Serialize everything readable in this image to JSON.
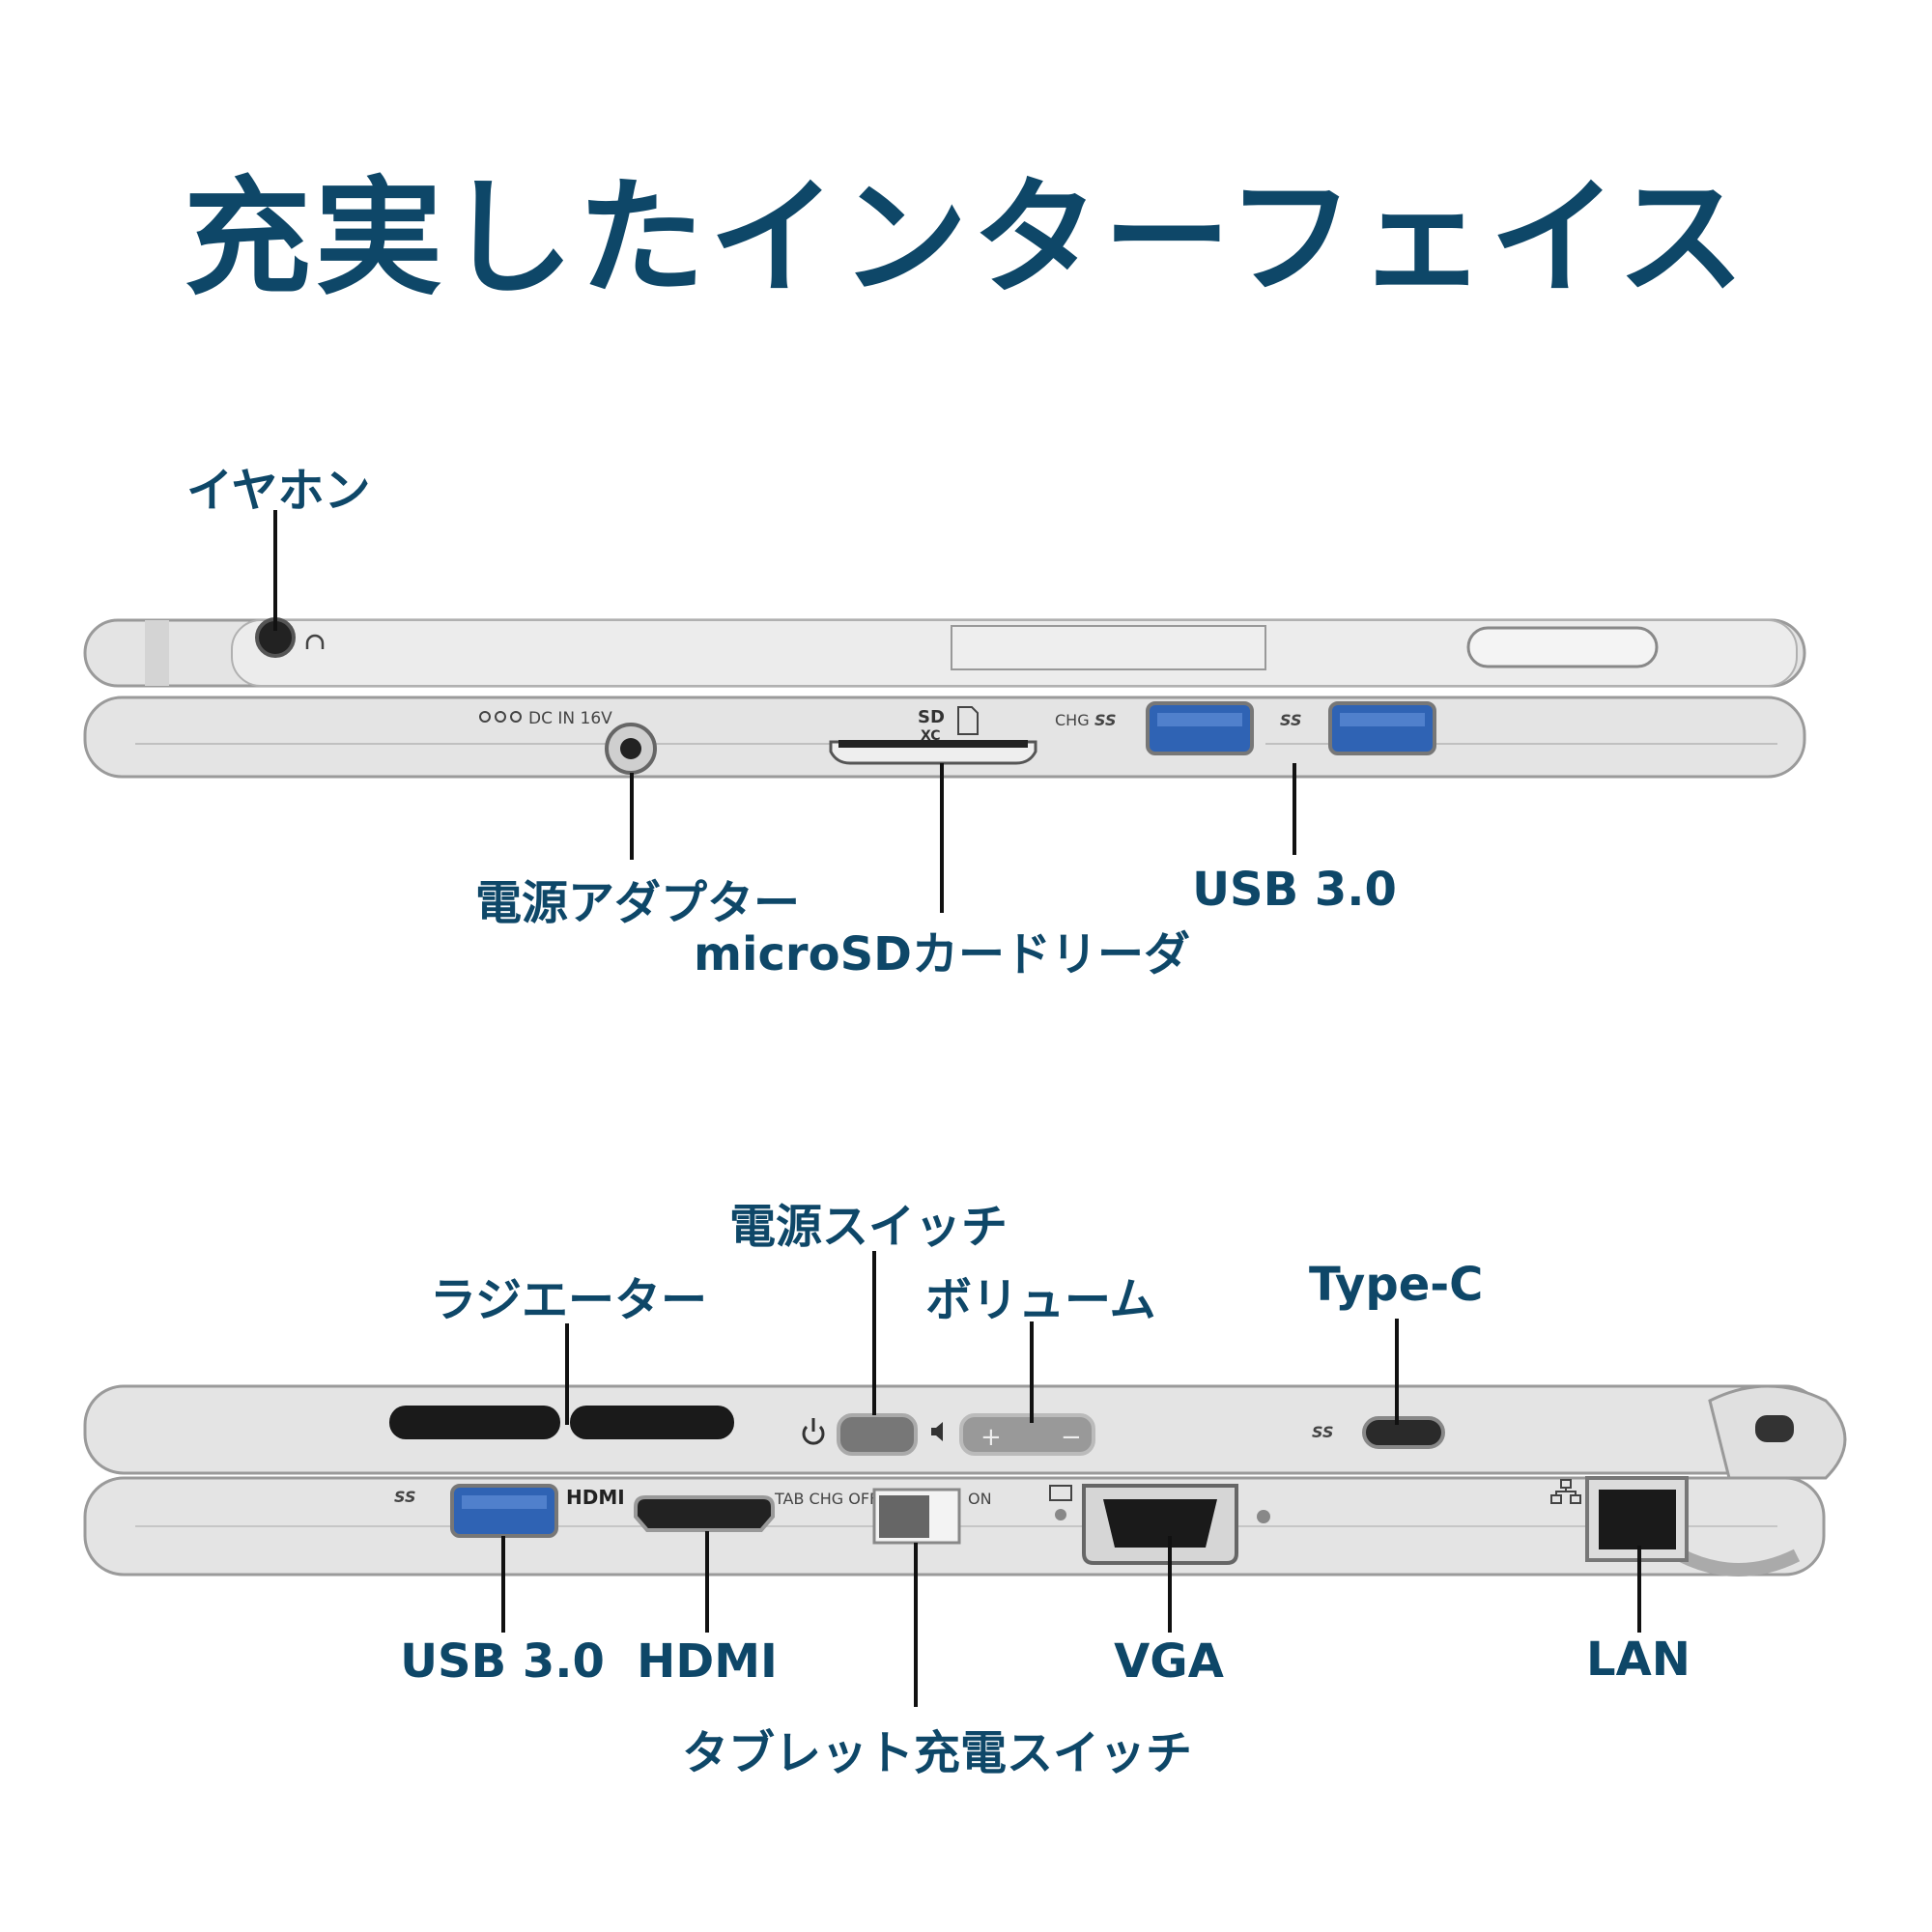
{
  "title": "充実したインターフェイス",
  "labels": {
    "earphone": "イヤホン",
    "power_adapter": "電源アダプター",
    "microsd": "microSDカードリーダ",
    "usb_top": "USB 3.0",
    "power_switch": "電源スイッチ",
    "radiator": "ラジエーター",
    "volume": "ボリューム",
    "typec": "Type-C",
    "usb_bottom": "USB 3.0",
    "hdmi": "HDMI",
    "tablet_charge": "タブレット充電スイッチ",
    "vga": "VGA",
    "lan": "LAN"
  },
  "markings": {
    "dc_in": "DC IN 16V",
    "sd_logo_top": "SD",
    "sd_logo_bottom": "XC",
    "chg": "CHG",
    "ss_mark": "SS",
    "hdmi_logo": "HDMI",
    "tab_chg_off": "TAB CHG OFF",
    "on": "ON"
  },
  "colors": {
    "label": "#0e4768",
    "chassis": "#e4e4e4",
    "usb_blue": "#2f63b4"
  }
}
